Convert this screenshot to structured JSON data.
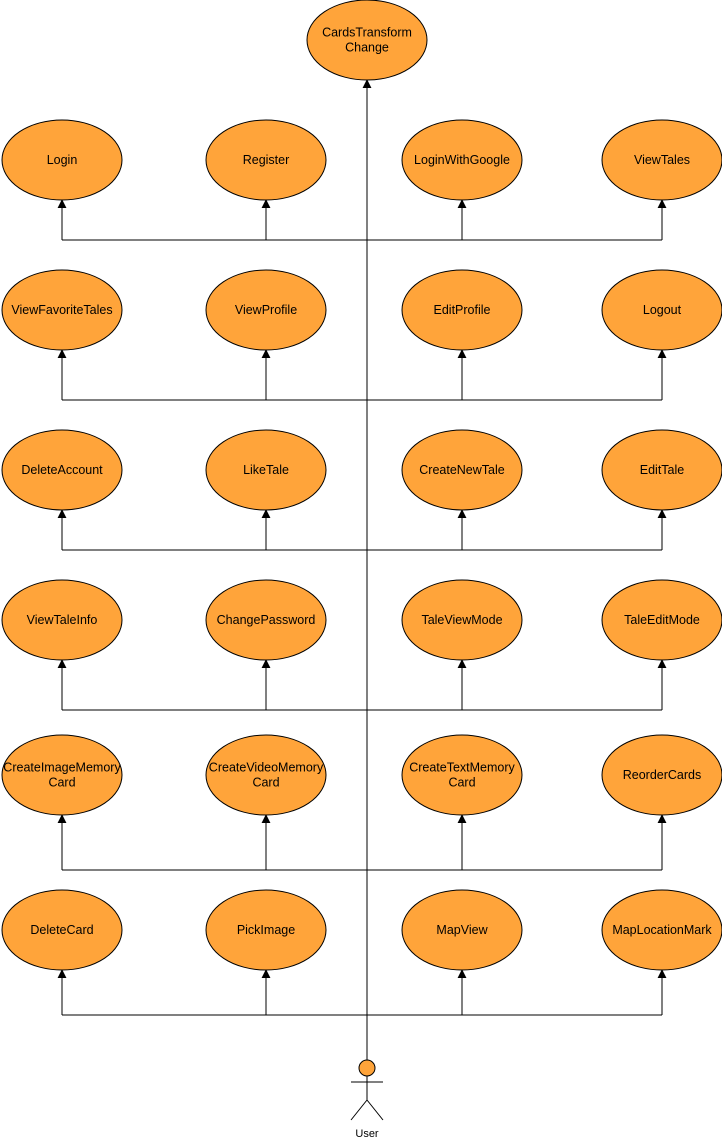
{
  "diagram": {
    "type": "use-case",
    "colors": {
      "usecase_fill": "#ffa43a",
      "stroke": "#000000",
      "background": "#ffffff"
    },
    "top_usecase": [
      "CardsTransform",
      "Change"
    ],
    "rows": [
      [
        [
          "Login"
        ],
        [
          "Register"
        ],
        [
          "LoginWithGoogle"
        ],
        [
          "ViewTales"
        ]
      ],
      [
        [
          "ViewFavoriteTales"
        ],
        [
          "ViewProfile"
        ],
        [
          "EditProfile"
        ],
        [
          "Logout"
        ]
      ],
      [
        [
          "DeleteAccount"
        ],
        [
          "LikeTale"
        ],
        [
          "CreateNewTale"
        ],
        [
          "EditTale"
        ]
      ],
      [
        [
          "ViewTaleInfo"
        ],
        [
          "ChangePassword"
        ],
        [
          "TaleViewMode"
        ],
        [
          "TaleEditMode"
        ]
      ],
      [
        [
          "CreateImageMemory",
          "Card"
        ],
        [
          "CreateVideoMemory",
          "Card"
        ],
        [
          "CreateTextMemory",
          "Card"
        ],
        [
          "ReorderCards"
        ]
      ],
      [
        [
          "DeleteCard"
        ],
        [
          "PickImage"
        ],
        [
          "MapView"
        ],
        [
          "MapLocationMark"
        ]
      ]
    ],
    "actor": {
      "label": "User",
      "icon": "stick-figure-actor-icon"
    }
  }
}
